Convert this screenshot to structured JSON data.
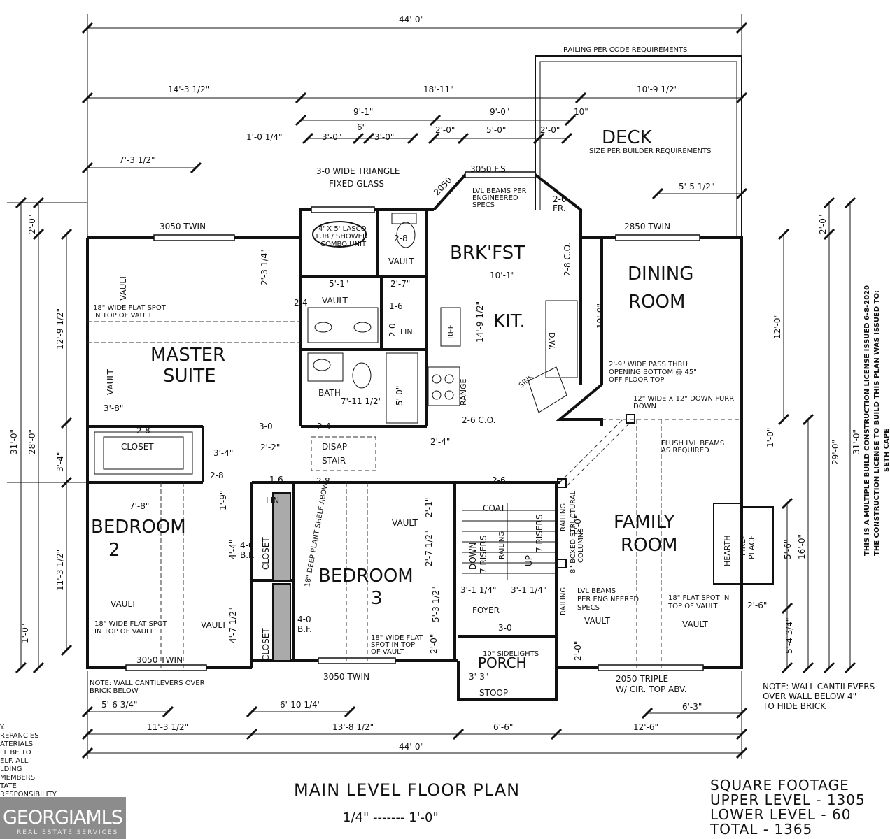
{
  "plan": {
    "title": "MAIN LEVEL FLOOR PLAN",
    "scale": "1/4\" ------- 1'-0\"",
    "square_footage": {
      "heading": "SQUARE FOOTAGE",
      "upper": "UPPER LEVEL - 1305",
      "lower": "LOWER LEVEL - 60",
      "total": "TOTAL - 1365"
    },
    "license_note_1": "THIS IS A MULTIPLE BUILD CONSTRUCTION LICENSE ISSUED 6-8-2020",
    "license_note_2": "THE CONSTRUCTION LICENSE TO BUILD THIS PLAN WAS ISSUED TO:",
    "license_note_3": "SETH CAPE"
  },
  "rooms": {
    "master_1": "MASTER",
    "master_2": "SUITE",
    "brkfst": "BRK'FST",
    "kit": "KIT.",
    "dining_1": "DINING",
    "dining_2": "ROOM",
    "bedroom2_1": "BEDROOM",
    "bedroom2_2": "2",
    "bedroom3_1": "BEDROOM",
    "bedroom3_2": "3",
    "family_1": "FAMILY",
    "family_2": "ROOM",
    "deck": "DECK",
    "porch": "PORCH",
    "stoop": "STOOP",
    "foyer": "FOYER",
    "bath": "BATH",
    "closet": "CLOSET",
    "closet_v": "CLOSET",
    "closet_v2": "CLOSET",
    "lin": "LIN",
    "lin2": "LIN.",
    "coat": "COAT",
    "disap_1": "DISAP",
    "disap_2": "STAIR",
    "hearth": "HEARTH",
    "fire_1": "FIRE-",
    "fire_2": "PLACE",
    "ref": "REF",
    "range": "RANGE",
    "dw": "D.W.",
    "sink": "SINK"
  },
  "dims": {
    "overall_top": "44'-0\"",
    "overall_bottom": "44'-0\"",
    "top_1": "14'-3 1/2\"",
    "top_2": "18'-11\"",
    "top_3": "10'-9 1/2\"",
    "sub_1": "9'-1\"",
    "sub_2": "9'-0\"",
    "sub_3": "10\"",
    "sub_4": "1'-0 1/4\"",
    "sub_5": "3'-0\"",
    "sub_6": "6\"",
    "sub_7": "3'-0\"",
    "sub_8": "2'-0\"",
    "sub_9": "5'-0\"",
    "sub_10": "2'-0\"",
    "left_1": "7'-3 1/2\"",
    "right_1": "5'-5 1/2\"",
    "bot_1": "11'-3 1/2\"",
    "bot_2": "13'-8 1/2\"",
    "bot_3": "6'-6\"",
    "bot_4": "12'-6\"",
    "bot_5": "5'-6 3/4\"",
    "bot_6": "6'-10 1/4\"",
    "bot_7": "6'-3\"",
    "l_31": "31'-0\"",
    "l_28": "28'-0\"",
    "l_2": "2'-0\"",
    "l_129": "12'-9 1/2\"",
    "l_113": "11'-3 1/2\"",
    "l_34": "3'-4\"",
    "l_10": "1'-0\"",
    "r_31": "31'-0\"",
    "r_29": "29'-0\"",
    "r_2": "2'-0\"",
    "r_12": "12'-0\"",
    "r_16": "16'-0\"",
    "r_56": "5'-6\"",
    "r_10": "1'-0\"",
    "r_54": "5'-4 3/4\"",
    "r_26": "2'-6\"",
    "i_51": "5'-1\"",
    "i_27": "2'-7\"",
    "i_101": "10'-1\"",
    "i_149": "14'-9 1/2\"",
    "i_100": "10'-0\"",
    "i_711": "7'-11 1/2\"",
    "i_50": "5'-0\"",
    "i_38": "3'-8\"",
    "i_78": "7'-8\"",
    "i_34": "3'-4\"",
    "i_22": "2'-2\"",
    "i_44": "4'-4\"",
    "i_47": "4'-7 1/2\"",
    "i_21": "2'-1\"",
    "i_27b": "2'-7 1/2\"",
    "i_53": "5'-3 1/2\"",
    "i_20": "2'-0\"",
    "i_24": "2'-4\"",
    "i_311": "3'-1 1/4\"",
    "i_312": "3'-1 1/4\"",
    "i_33": "3'-3\"",
    "i_50b": "5'-0\"",
    "i_20b": "2'-0\"",
    "i_231": "2'-3 1/4\"",
    "i_19": "1'-9\"",
    "i_28co": "2-8 C.O.",
    "i_26co": "2-6 C.O."
  },
  "doors": {
    "d_24a": "2-4",
    "d_24b": "2-4",
    "d_28a": "2-8",
    "d_28b": "2-8",
    "d_28c": "2-8",
    "d_28d": "2-8",
    "d_30": "3-0",
    "d_30b": "3-0",
    "d_26": "2-6",
    "d_16a": "1-6",
    "d_16b": "1-6",
    "d_20": "2-0",
    "d_20fr": "2-0",
    "d_fr": "FR.",
    "d_40a": "4-0",
    "d_40b": "4-0",
    "d_bf": "B.F.",
    "d_bf2": "B.F."
  },
  "windows": {
    "w_master": "3050 TWIN",
    "w_dining": "2850 TWIN",
    "w_bed2": "3050 TWIN",
    "w_bed3": "3050 TWIN",
    "w_brk": "3050 F.S.",
    "w_2050": "2050",
    "w_family_1": "2050 TRIPLE",
    "w_family_2": "W/ CIR. TOP ABV."
  },
  "notes": {
    "railing": "RAILING PER CODE REQUIREMENTS",
    "deck_size": "SIZE PER BUILDER REQUIREMENTS",
    "triangle_1": "3-0 WIDE TRIANGLE",
    "triangle_2": "FIXED GLASS",
    "lvl_1": "LVL BEAMS PER",
    "lvl_2": "ENGINEERED",
    "lvl_3": "SPECS",
    "tub_1": "4' X 5' LASCO",
    "tub_2": "TUB / SHOWER",
    "tub_3": "COMBO UNIT",
    "vault": "VAULT",
    "flat_1": "18\" WIDE FLAT SPOT",
    "flat_2": "IN TOP OF VAULT",
    "pass_1": "2'-9\" WIDE PASS THRU",
    "pass_2": "OPENING BOTTOM @ 45\"",
    "pass_3": "OFF FLOOR TOP",
    "furr_1": "12\" WIDE X 12\" DOWN FURR",
    "furr_2": "DOWN",
    "flush_1": "FLUSH LVL BEAMS",
    "flush_2": "AS REQUIRED",
    "boxed_1": "8\" BOXED STRUCTURAL",
    "boxed_2": "COLUMNS",
    "lvl2_1": "LVL BEAMS",
    "lvl2_2": "PER ENGINEERED",
    "lvl2_3": "SPECS",
    "family_flat_1": "18\" FLAT SPOT IN",
    "family_flat_2": "TOP OF VAULT",
    "bed3_flat_1": "18\" WIDE FLAT",
    "bed3_flat_2": "SPOT IN TOP",
    "bed3_flat_3": "OF VAULT",
    "shelf": "18\" DEEP PLANT SHELF ABOVE",
    "sidelights": "10\" SIDELIGHTS",
    "cant_l_1": "NOTE: WALL CANTILEVERS OVER",
    "cant_l_2": "BRICK BELOW",
    "cant_r_1": "NOTE: WALL CANTILEVERS",
    "cant_r_2": "OVER WALL BELOW 4\"",
    "cant_r_3": "TO HIDE BRICK",
    "down_1": "DOWN",
    "down_2": "7 RISERS",
    "up_1": "UP",
    "up_2": "7 RISERS",
    "railing_v": "RAILING",
    "disc_1": "Y.",
    "disc_2": "REPANCIES",
    "disc_3": "ATERIALS",
    "disc_4": "LL BE TO",
    "disc_5": "ELF. ALL",
    "disc_6": "LDING",
    "disc_7": "MEMBERS",
    "disc_8": "TATE",
    "disc_9": "RESPONSIBILITY"
  },
  "logo": {
    "main": "GEORGIAMLS",
    "sub": "REAL ESTATE SERVICES"
  }
}
